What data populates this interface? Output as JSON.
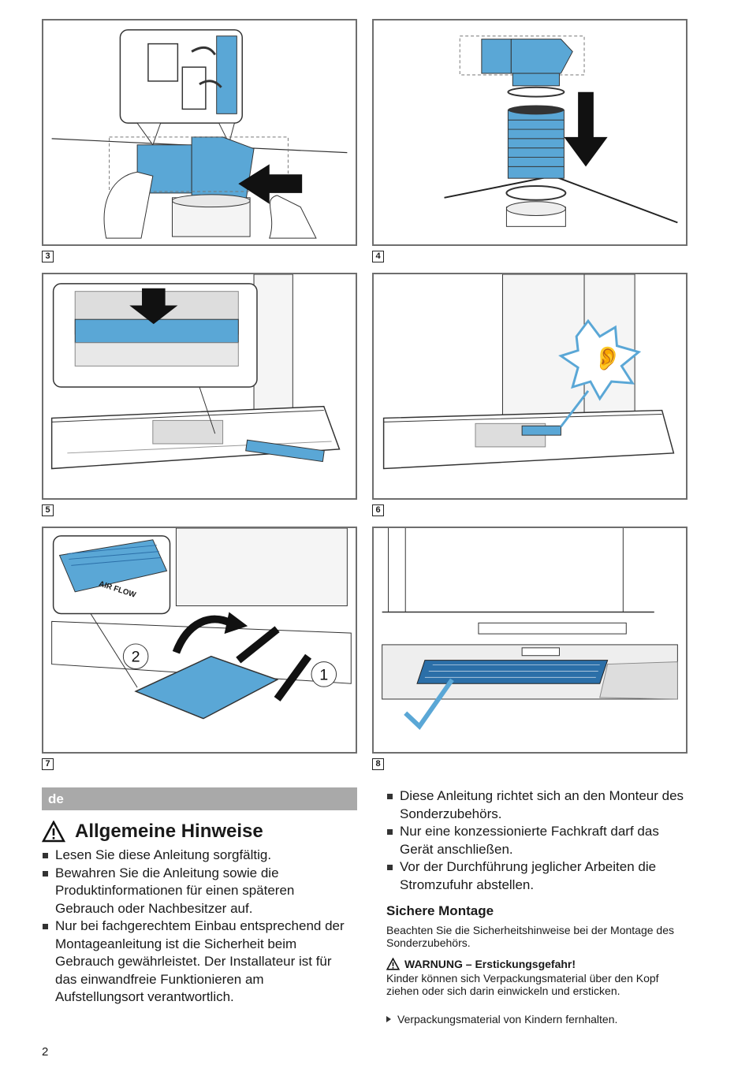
{
  "figures": [
    {
      "number": "3",
      "illustration": "duct-connector-attach"
    },
    {
      "number": "4",
      "illustration": "duct-ring-mounting"
    },
    {
      "number": "5",
      "illustration": "filter-slot-insertion"
    },
    {
      "number": "6",
      "illustration": "click-sound-confirmation"
    },
    {
      "number": "7",
      "illustration": "filter-insertion-steps"
    },
    {
      "number": "8",
      "illustration": "filter-installed-check"
    }
  ],
  "fig7_filter_label": "AIR FLOW",
  "fig7_step_1": "1",
  "fig7_step_2": "2",
  "language_tag": "de",
  "heading": "Allgemeine Hinweise",
  "left_bullets": [
    "Lesen Sie diese Anleitung sorgfältig.",
    "Bewahren Sie die Anleitung sowie die Produktinformationen für einen späteren Gebrauch oder Nachbesitzer auf.",
    "Nur bei fachgerechtem Einbau entsprechend der Montageanleitung ist die Sicherheit beim Gebrauch gewährleistet. Der Installateur ist für das einwandfreie Funktionieren am Aufstellungsort verantwortlich."
  ],
  "right_bullets": [
    "Diese Anleitung richtet sich an den Monteur des Sonderzubehörs.",
    "Nur eine konzessionierte Fachkraft darf das Gerät anschließen.",
    "Vor der Durchführung jeglicher Arbeiten die Stromzufuhr abstellen."
  ],
  "safety_title": "Sichere Montage",
  "safety_intro": "Beachten Sie die Sicherheitshinweise bei der Montage des Sonderzubehörs.",
  "warning_title": "WARNUNG – Erstickungsgefahr!",
  "warning_text": "Kinder können sich Verpackungsmaterial über den Kopf ziehen oder sich darin einwickeln und ersticken.",
  "warning_action": "Verpackungsmaterial von Kindern fernhalten.",
  "page_number": "2",
  "colors": {
    "accent_blue": "#5aa7d6",
    "dark_blue": "#2b6fa8",
    "panel_border": "#6e6e6e",
    "lang_bar": "#a9a9a9"
  }
}
